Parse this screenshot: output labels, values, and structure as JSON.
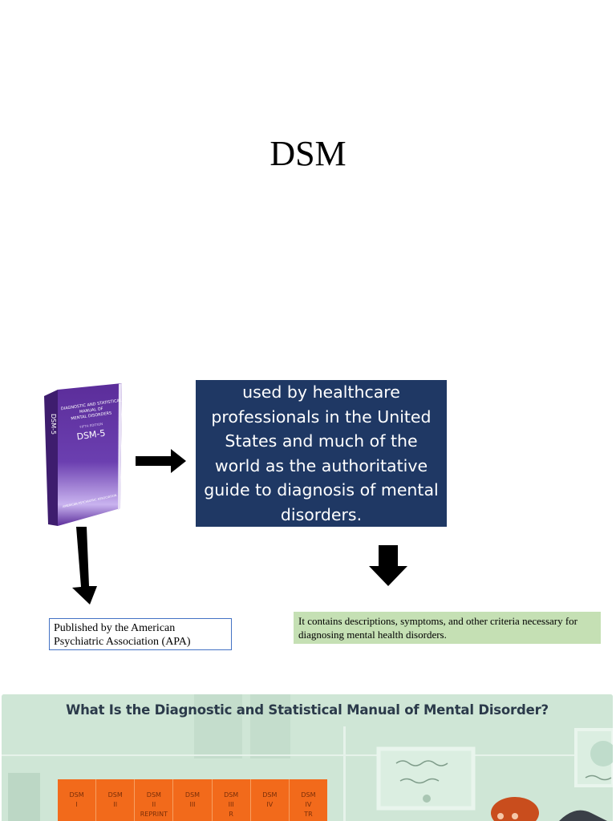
{
  "slide": {
    "title": "DSM"
  },
  "book": {
    "icon": "dsm5-book-icon",
    "spine_text": "DSM-5",
    "cover_lines": [
      "DIAGNOSTIC AND STATISTICAL",
      "MANUAL OF",
      "MENTAL DISORDERS"
    ],
    "cover_edition": "FIFTH EDITION",
    "cover_title": "DSM-5",
    "publisher": "AMERICAN PSYCHIATRIC ASSOCIATION",
    "colors": {
      "cover": "#5b2d9a",
      "spine": "#3e1d6e",
      "light": "#b59ae0"
    }
  },
  "boxes": {
    "description": "used by healthcare professionals in the United States and much of the world as the authoritative guide to diagnosis of mental disorders.",
    "publisher": "Published by the American Psychiatric Association (APA)",
    "contents": "It contains descriptions, symptoms, and other criteria necessary for diagnosing mental health disorders."
  },
  "colors": {
    "blue_box": "#1f3864",
    "green_box": "#c5e0b4",
    "apa_border": "#4472c4",
    "banner_bg": "#cfe6d6",
    "shelf": "#f26a1b"
  },
  "banner": {
    "title": "What Is the Diagnostic and Statistical Manual of Mental Disorder?",
    "volumes": [
      "DSM\nI",
      "DSM\nII",
      "DSM\nII\nREPRINT",
      "DSM\nIII",
      "DSM\nIII\nR",
      "DSM\nIV",
      "DSM\nIV\nTR"
    ]
  }
}
